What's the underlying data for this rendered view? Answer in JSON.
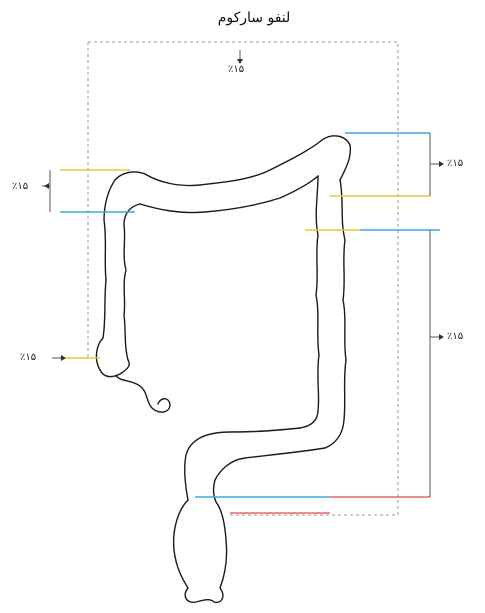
{
  "diagram": {
    "title": "لنفو سارکوم",
    "labels": {
      "top": "٪۱۵",
      "left_upper": "٪۱۵",
      "left_lower": "٪۱۵",
      "right_upper": "٪۱۵",
      "right_middle": "٪۱۵"
    },
    "colors": {
      "outline": "#1a1a1a",
      "dashed_box": "#9a9a9a",
      "marker_blue": "#3fa9e0",
      "marker_yellow": "#e8c83a",
      "marker_red": "#e46a6a"
    }
  }
}
